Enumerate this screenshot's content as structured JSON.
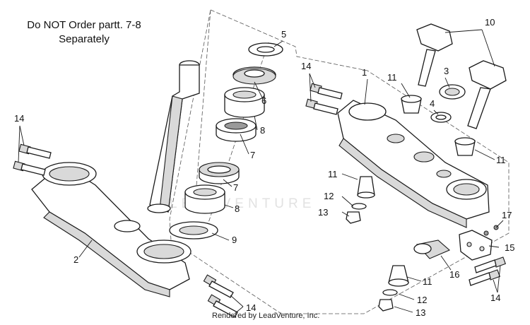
{
  "note": {
    "line1": "Do NOT Order partt. 7-8",
    "line2": "Separately"
  },
  "callouts": {
    "c1": "1",
    "c2": "2",
    "c3": "3",
    "c4": "4",
    "c5": "5",
    "c6": "6",
    "c7a": "7",
    "c7b": "7",
    "c8a": "8",
    "c8b": "8",
    "c9": "9",
    "c10": "10",
    "c11a": "11",
    "c11b": "11",
    "c11c": "11",
    "c11d": "11",
    "c12a": "12",
    "c12b": "12",
    "c13a": "13",
    "c13b": "13",
    "c14a": "14",
    "c14b": "14",
    "c14c": "14",
    "c14d": "14",
    "c15": "15",
    "c16": "16",
    "c17": "17"
  },
  "watermark": "LEADVENTURE",
  "footer": "Rendered by LeadVenture, Inc."
}
